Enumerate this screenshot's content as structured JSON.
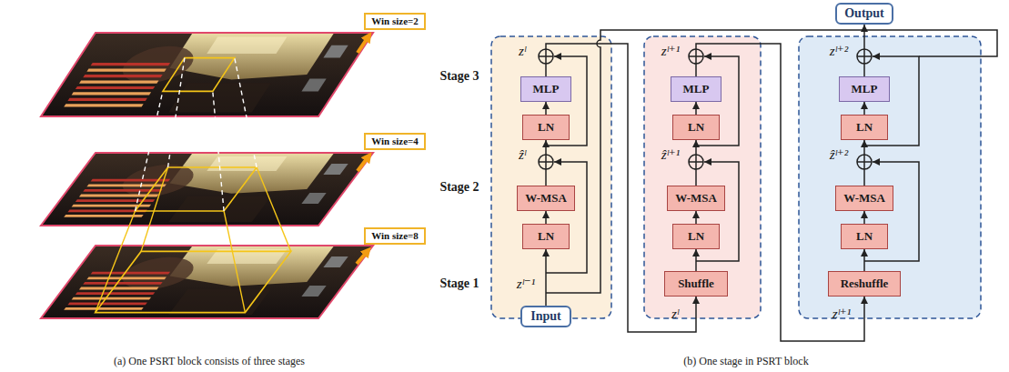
{
  "diagram": {
    "nodes": [
      {
        "text": [
          "Win size=2"
        ]
      },
      {
        "text": [
          "Win size=4"
        ]
      },
      {
        "text": [
          "Win size=8"
        ]
      },
      {
        "text": [
          "Input"
        ]
      },
      {
        "text": [
          "LN"
        ]
      },
      {
        "text": [
          "W-MSA"
        ]
      },
      {
        "text": [
          "LN"
        ]
      },
      {
        "text": [
          "MLP"
        ]
      },
      {
        "text": [
          "Shuffle"
        ]
      },
      {
        "text": [
          "LN"
        ]
      },
      {
        "text": [
          "W-MSA"
        ]
      },
      {
        "text": [
          "LN"
        ]
      },
      {
        "text": [
          "MLP"
        ]
      },
      {
        "text": [
          "Reshuffle"
        ]
      },
      {
        "text": [
          "LN"
        ]
      },
      {
        "text": [
          "W-MSA"
        ]
      },
      {
        "text": [
          "LN"
        ]
      },
      {
        "text": [
          "MLP"
        ]
      },
      {
        "text": [
          "Output"
        ]
      }
    ],
    "edges": [
      {
        "from": 3,
        "to": 4,
        "arrow": "to"
      },
      {
        "from": 4,
        "to": 5,
        "arrow": "to"
      },
      {
        "from": 5,
        "to": 6,
        "arrow": "to"
      },
      {
        "from": 6,
        "to": 7,
        "arrow": "to"
      },
      {
        "from": 7,
        "to": 8,
        "arrow": "to"
      },
      {
        "from": 8,
        "to": 9,
        "arrow": "to"
      },
      {
        "from": 9,
        "to": 10,
        "arrow": "to"
      },
      {
        "from": 10,
        "to": 11,
        "arrow": "to"
      },
      {
        "from": 11,
        "to": 12,
        "arrow": "to"
      },
      {
        "from": 12,
        "to": 13,
        "arrow": "to"
      },
      {
        "from": 13,
        "to": 14,
        "arrow": "to"
      },
      {
        "from": 14,
        "to": 15,
        "arrow": "to"
      },
      {
        "from": 15,
        "to": 16,
        "arrow": "to"
      },
      {
        "from": 16,
        "to": 17,
        "arrow": "to"
      },
      {
        "from": 17,
        "to": 18,
        "arrow": "to"
      }
    ],
    "labels": [
      "Stage 3",
      "Stage 2",
      "Stage 1",
      "zˡ⁻¹",
      "ẑˡ",
      "zˡ",
      "zˡ",
      "ẑˡ⁺¹",
      "zˡ⁺¹",
      "zˡ⁺¹",
      "ẑˡ⁺²",
      "zˡ⁺²",
      "(a) One PSRT block consists of three stages",
      "(b) One stage in PSRT block"
    ]
  }
}
